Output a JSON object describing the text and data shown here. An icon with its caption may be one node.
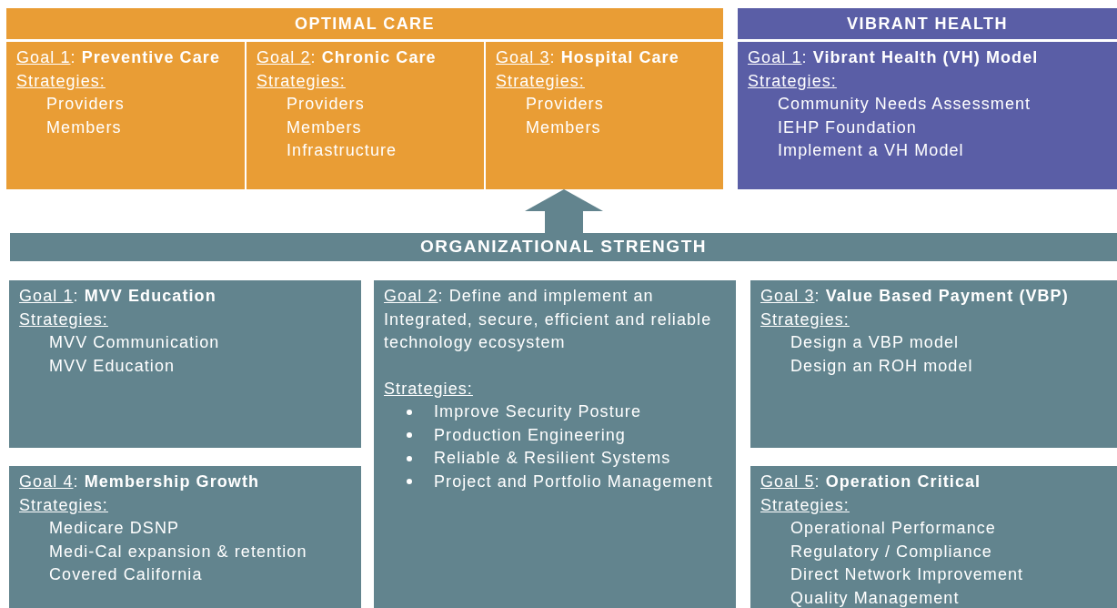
{
  "diagram": {
    "nodes": [
      {
        "text": [
          "OPTIMAL CARE"
        ]
      },
      {
        "text": [
          "Goal 1: **Preventive Care**",
          "Strategies:",
          "Providers",
          "Members"
        ],
        "in": 0
      },
      {
        "text": [
          "Goal 2: **Chronic Care**",
          "Strategies:",
          "Providers",
          "Members",
          "Infrastructure"
        ],
        "in": 0
      },
      {
        "text": [
          "Goal 3: **Hospital Care**",
          "Strategies:",
          "Providers",
          "Members"
        ],
        "in": 0
      },
      {
        "text": [
          "VIBRANT HEALTH"
        ]
      },
      {
        "text": [
          "Goal 1: **Vibrant Health (VH) Model**",
          "Strategies:",
          "Community Needs Assessment",
          "IEHP Foundation",
          "Implement a VH Model"
        ],
        "in": 4
      },
      {
        "text": [
          "ORGANIZATIONAL STRENGTH"
        ]
      },
      {
        "text": [
          "Goal 1: **MVV Education**",
          "Strategies:",
          "MVV Communication",
          "MVV Education"
        ]
      },
      {
        "text": [
          "Goal 2: Define and implement an Integrated, secure, efficient and reliable technology ecosystem",
          "Strategies:",
          "Improve Security Posture",
          "Production Engineering",
          "Reliable & Resilient Systems",
          "Project and Portfolio Management"
        ]
      },
      {
        "text": [
          "Goal 3: **Value Based Payment (VBP)**",
          "Strategies:",
          "Design a VBP model",
          "Design an ROH model"
        ]
      },
      {
        "text": [
          "Goal 4: **Membership Growth**",
          "Strategies:",
          "Medicare DSNP",
          "Medi-Cal expansion & retention",
          "Covered California"
        ]
      },
      {
        "text": [
          "Goal 5: **Operation Critical**",
          "Strategies:",
          "Operational Performance",
          "Regulatory / Compliance",
          "Direct Network Improvement",
          "Quality Management"
        ]
      }
    ],
    "edges": [
      {
        "from": 6,
        "to": 0,
        "arrow": "to"
      }
    ]
  }
}
